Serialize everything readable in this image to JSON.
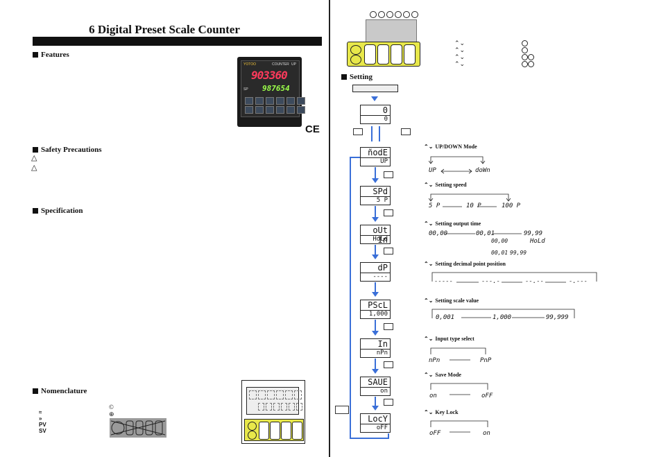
{
  "doc": {
    "title": "6 Digital Preset Scale Counter",
    "sections": {
      "features": "Features",
      "safety": "Safety Precautions",
      "specification": "Specification",
      "nomenclature": "Nomenclature",
      "setting": "Setting"
    },
    "ce_mark": "CE"
  },
  "product": {
    "brand": "YOTOO",
    "label": "COUNTER",
    "mode_label": "UP",
    "pv": "903360",
    "sv": "987654",
    "sv_prefix": "SP"
  },
  "nomenclature": {
    "legend": [
      "≈",
      "»",
      "PV",
      "SV"
    ]
  },
  "flow": {
    "start_display": {
      "top": "0",
      "bottom": "0"
    },
    "steps": [
      {
        "top": "ñodE",
        "bottom": "UP"
      },
      {
        "top": "SPd",
        "bottom": "5 P"
      },
      {
        "top": "oUt In",
        "bottom": "HoLd"
      },
      {
        "top": "dP",
        "bottom": "----"
      },
      {
        "top": "PScL",
        "bottom": "1,000"
      },
      {
        "top": "In",
        "bottom": "nPn"
      },
      {
        "top": "SAUE",
        "bottom": "on"
      },
      {
        "top": "LocY",
        "bottom": "oFF"
      }
    ]
  },
  "groups": [
    {
      "title": "UP/DOWN Mode",
      "values": [
        "UP",
        "doWn"
      ]
    },
    {
      "title": "Setting speed",
      "values": [
        "5 P",
        "10 P",
        "100 P"
      ]
    },
    {
      "title": "Setting output time",
      "values": [
        "00,00",
        "00,01",
        "99,99",
        "00,00",
        "HoLd",
        "00,01",
        "99,99"
      ]
    },
    {
      "title": "Setting decimal point position",
      "values": [
        "-----",
        "---.-",
        "--.--",
        "-.---"
      ]
    },
    {
      "title": "Setting scale value",
      "values": [
        "0,001",
        "1,000",
        "99,999"
      ]
    },
    {
      "title": "Input type select",
      "values": [
        "nPn",
        "PnP"
      ]
    },
    {
      "title": "Save Mode",
      "values": [
        "on",
        "oFF"
      ]
    },
    {
      "title": "Key Lock",
      "values": [
        "oFF",
        "on"
      ]
    }
  ]
}
